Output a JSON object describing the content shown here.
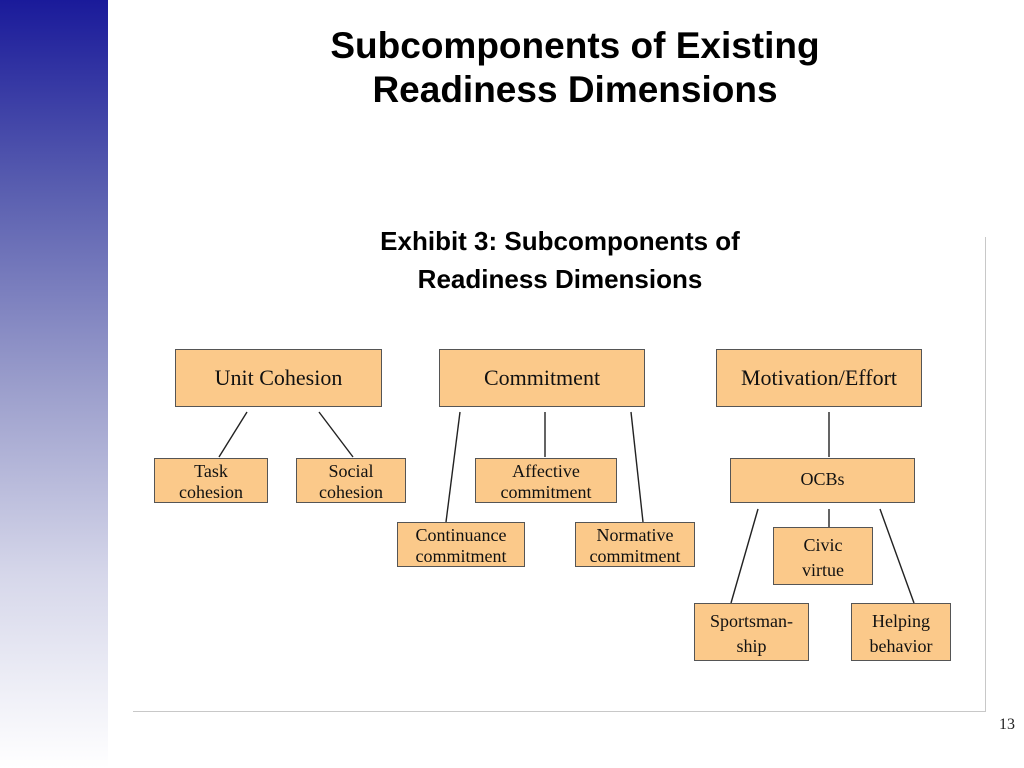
{
  "slide": {
    "title_line1": "Subcomponents of Existing",
    "title_line2": "Readiness Dimensions",
    "page_number": "13"
  },
  "exhibit": {
    "title_line1": "Exhibit 3: Subcomponents of",
    "title_line2": "Readiness Dimensions"
  },
  "diagram": {
    "node_color": "#fbc98a",
    "unit_cohesion": "Unit Cohesion",
    "commitment": "Commitment",
    "motivation_effort": "Motivation/Effort",
    "task_cohesion": [
      "Task",
      "cohesion"
    ],
    "social_cohesion": [
      "Social",
      "cohesion"
    ],
    "affective_commitment": [
      "Affective",
      "commitment"
    ],
    "continuance_commitment": [
      "Continuance",
      "commitment"
    ],
    "normative_commitment": [
      "Normative",
      "commitment"
    ],
    "ocbs": "OCBs",
    "civic_virtue": [
      "Civic",
      "virtue"
    ],
    "sportsmanship": [
      "Sportsman-",
      "ship"
    ],
    "helping_behavior": [
      "Helping",
      "behavior"
    ]
  }
}
